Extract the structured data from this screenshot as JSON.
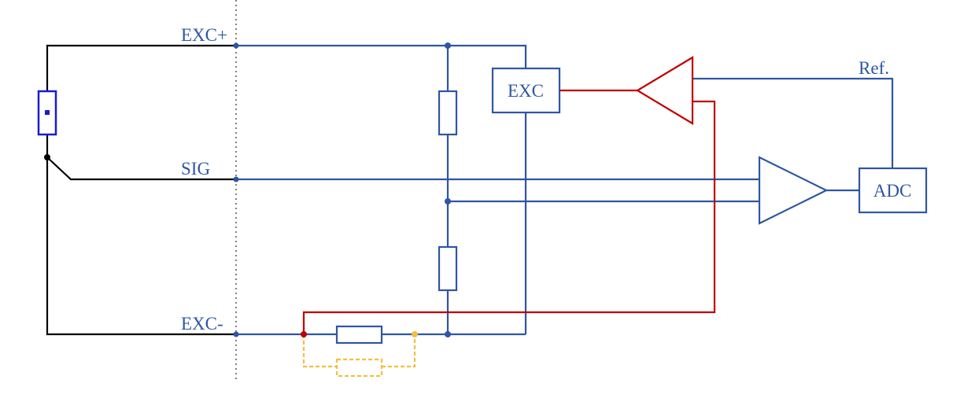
{
  "labels": {
    "exc_plus": "EXC+",
    "sig": "SIG",
    "exc_minus": "EXC-",
    "ref": "Ref.",
    "exc_block": "EXC",
    "adc_block": "ADC"
  },
  "colors": {
    "blue": "#2e56a3",
    "black": "#000000",
    "red": "#c00000",
    "yellow": "#f0c040",
    "sensor_blue": "#1a1ad4",
    "divider": "#808080"
  }
}
